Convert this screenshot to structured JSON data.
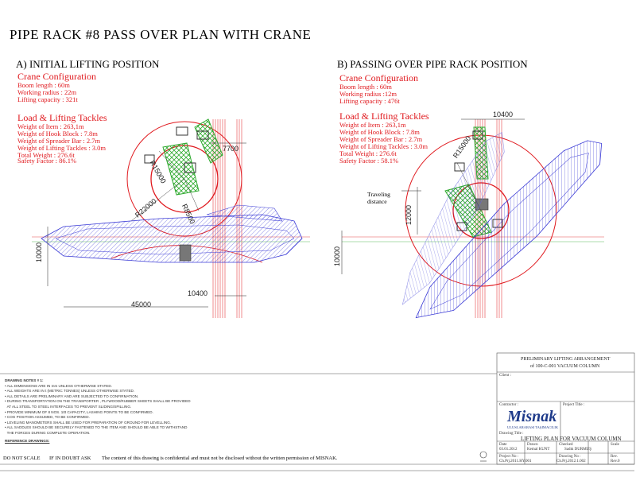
{
  "title": "PIPE RACK #8 PASS OVER PLAN WITH CRANE",
  "panel_a": {
    "heading": "A) INITIAL LIFTING POSITION",
    "crane_config_title": "Crane Configuration",
    "crane_config": [
      "Boom length : 60m",
      "Working radius : 22m",
      "Lifting capacity : 321t"
    ],
    "load_title": "Load & Lifting Tackles",
    "load": [
      "Weight of Item : 263,1m",
      "Weight of Hook Block : 7.8m",
      "Weight of Spreader Bar : 2.7m",
      "Weight of Lifting Tackles : 3.0m",
      "Total Weight : 276.6t"
    ],
    "safety": "Safety Factor : 86.1%",
    "dims": {
      "r1": "R15000",
      "r2": "R22000",
      "r3": "R8500",
      "d1": "7700",
      "d2": "10000",
      "d3": "45000",
      "d4": "10400"
    }
  },
  "panel_b": {
    "heading": "B) PASSING OVER PIPE RACK POSITION",
    "crane_config_title": "Crane Configuration",
    "crane_config": [
      "Boom length : 60m",
      "Working radius :12m",
      "Lifting capacity : 476t"
    ],
    "load_title": "Load & Lifting Tackles",
    "load": [
      "Weight of Item : 263,1m",
      "Weight of Hook Block : 7.8m",
      "Weight of Spreader Bar : 2.7m",
      "Weight of Lifting Tackles : 3.0m",
      "Total Weight : 276.6t"
    ],
    "safety": "Safety Factor : 58.1%",
    "traveling_1": "Traveling",
    "traveling_2": "distance",
    "dims": {
      "r1": "R15000",
      "d1": "10400",
      "d2": "12000",
      "d3": "10000"
    }
  },
  "notes": {
    "title": "DRAWING NOTES   # 1:",
    "items": [
      "ALL DIMENSIONS ARE IN mm UNLESS OTHERWISE STATED.",
      "ALL WEIGHTS ARE IN t (METRIC TONNES) UNLESS OTHERWISE STATED.",
      "ALL DETAILS ARE PRELIMINARY AND ARE SUBJECTED TO CONFIRMATION.",
      "DURING TRANSPORTATION ON THE TRANSPORTER , PLYWOOD/RUBBER SHEETS SHALL BE PROVIDED",
      "AT ALL STEEL TO STEEL INTERFACES TO PREVENT SLIDING/SPILLING.",
      "PROVIDE MINIMUM OF 8 NOS. 10t CAPACITY, LASHING POINTS TO BE CONFIRMED.",
      "COG POSITION ASSUMED, TO BE CONFIRMED.",
      "LEVELING MANOMETERS SHALL BE USED FOR PREPARATION OF GROUND FOR LEVELLING.",
      "ALL SADDLES SHOULD BE SECURELY FASTENED TO THE ITEM AND SHOULD BE ABLE TO WITHSTAND",
      "THE FORCES DURING COMPLETE OPERATION."
    ],
    "ref_title": "REFERENCE DRAWINGS:"
  },
  "title_block": {
    "heading_1": "PRELIMINARY LIFTING ARRANGEMENT",
    "heading_2": "of 100-C-001 VACUUM COLUMN",
    "client_label": "Client :",
    "contractor_label": "Contractor :",
    "project_title_label": "Project Title :",
    "logo": "Misnak",
    "logo_sub": "ULUSLARARASI TAŞIMACILIK",
    "drawing_title_label": "Drawing Title :",
    "drawing_title": "LIFTING PLAN FOR VACUUM COLUMN",
    "date_label": "Date",
    "date": "03.01.2012",
    "drawn_label": "Drawn",
    "drawn": "Kemal KUNT",
    "checked_label": "Checked",
    "checked": "Sadık DURMUŞ",
    "scale_label": "Scale",
    "project_no_label": "Project No :",
    "project_no": "Ch.Prj.2011.HY.001",
    "drawing_no_label": "Drawing No :",
    "drawing_no": "Ch.Prj.2012.1.002",
    "rev_label": "Rev.",
    "rev": "Rev.0"
  },
  "footer": {
    "do_not_scale": "DO NOT SCALE",
    "if_in_doubt": "IF IN DOUBT ASK",
    "confidential": "The content of this drawing is confidential and must not be disclosed without the written permission of MISNAK."
  },
  "colors": {
    "red": "#e0191e",
    "blue": "#3b3bd6",
    "green": "#2faa2f"
  }
}
